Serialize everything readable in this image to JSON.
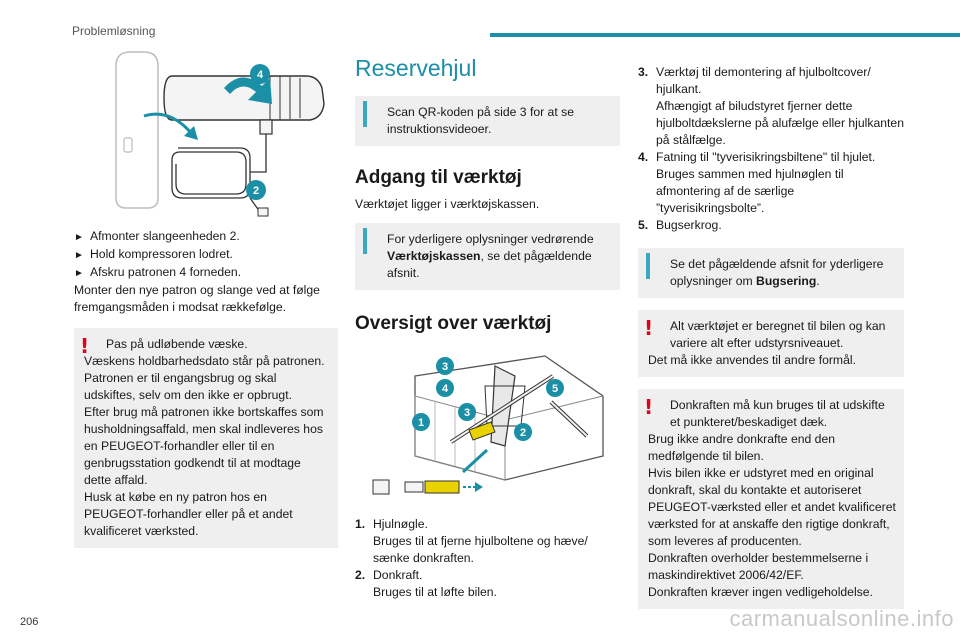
{
  "header": {
    "section_title": "Problemløsning"
  },
  "page_number": "206",
  "watermark": "carmanualsonline.info",
  "col1": {
    "figure_labels": [
      "4",
      "2"
    ],
    "steps": [
      "Afmonter slangeenheden 2.",
      "Hold kompressoren lodret.",
      "Afskru patronen 4 forneden."
    ],
    "after_steps": "Monter den nye patron og slange ved at følge fremgangsmåden i modsat rækkefølge.",
    "warning": {
      "first_line": "Pas på udløbende væske.",
      "lines": [
        "Væskens holdbarhedsdato står på patronen.",
        "Patronen er til engangsbrug og skal udskiftes, selv om den ikke er opbrugt.",
        "Efter brug må patronen ikke bortskaffes som husholdningsaffald, men skal indleveres hos en PEUGEOT-forhandler eller til en genbrugsstation godkendt til at modtage dette affald.",
        "Husk at købe en ny patron hos en PEUGEOT-forhandler eller på et andet kvalificeret værksted."
      ]
    }
  },
  "col2": {
    "section_title": "Reservehjul",
    "info_qr": "Scan QR-koden på side 3 for at se instruktionsvideoer.",
    "sub1_title": "Adgang til værktøj",
    "sub1_text": "Værktøjet ligger i værktøjskassen.",
    "info_more_prefix": "For yderligere oplysninger vedrørende",
    "info_more_bold": "Værktøjskassen",
    "info_more_suffix": ", se det pågældende afsnit.",
    "sub2_title": "Oversigt over værktøj",
    "figure_labels": [
      "1",
      "2",
      "3",
      "4",
      "5",
      "3"
    ],
    "items": [
      {
        "num": "1.",
        "title": "Hjulnøgle.",
        "desc": "Bruges til at fjerne hjulboltene og hæve/ sænke donkraften."
      },
      {
        "num": "2.",
        "title": "Donkraft.",
        "desc": "Bruges til at løfte bilen."
      }
    ]
  },
  "col3": {
    "items": [
      {
        "num": "3.",
        "title": "Værktøj til demontering af hjulboltcover/ hjulkant.",
        "desc": "Afhængigt af biludstyret fjerner dette hjulboltdækslerne på alufælge eller hjulkanten på stålfælge."
      },
      {
        "num": "4.",
        "title": "Fatning til \"tyverisikringsbiltene\" til hjulet.",
        "desc": "Bruges sammen med hjulnøglen til afmontering af de særlige ”tyverisikringsbolte”."
      },
      {
        "num": "5.",
        "title": "Bugserkrog.",
        "desc": ""
      }
    ],
    "info_towing_prefix": " Se det pågældende afsnit for yderligere oplysninger om",
    "info_towing_bold": "Bugsering",
    "info_towing_suffix": ".",
    "warn1_first": "Alt værktøjet er beregnet til bilen og kan variere alt efter udstyrsniveauet.",
    "warn1_line": "Det må ikke anvendes til andre formål.",
    "warn2_first": "Donkraften må kun bruges til at udskifte et punkteret/beskadiget dæk.",
    "warn2_lines": [
      "Brug ikke andre donkrafte end den medfølgende til bilen.",
      "Hvis bilen ikke er udstyret med en original donkraft, skal du kontakte et autoriseret PEUGEOT-værksted eller et andet kvalificeret værksted for at anskaffe den rigtige donkraft, som leveres af producenten.",
      "Donkraften overholder bestemmelserne i maskindirektivet 2006/42/EF.",
      "Donkraften kræver ingen vedligeholdelse."
    ]
  },
  "colors": {
    "accent": "#1b8fa6",
    "warning": "#e3001b",
    "info": "#3aa8c2",
    "note_bg": "#efefef"
  }
}
